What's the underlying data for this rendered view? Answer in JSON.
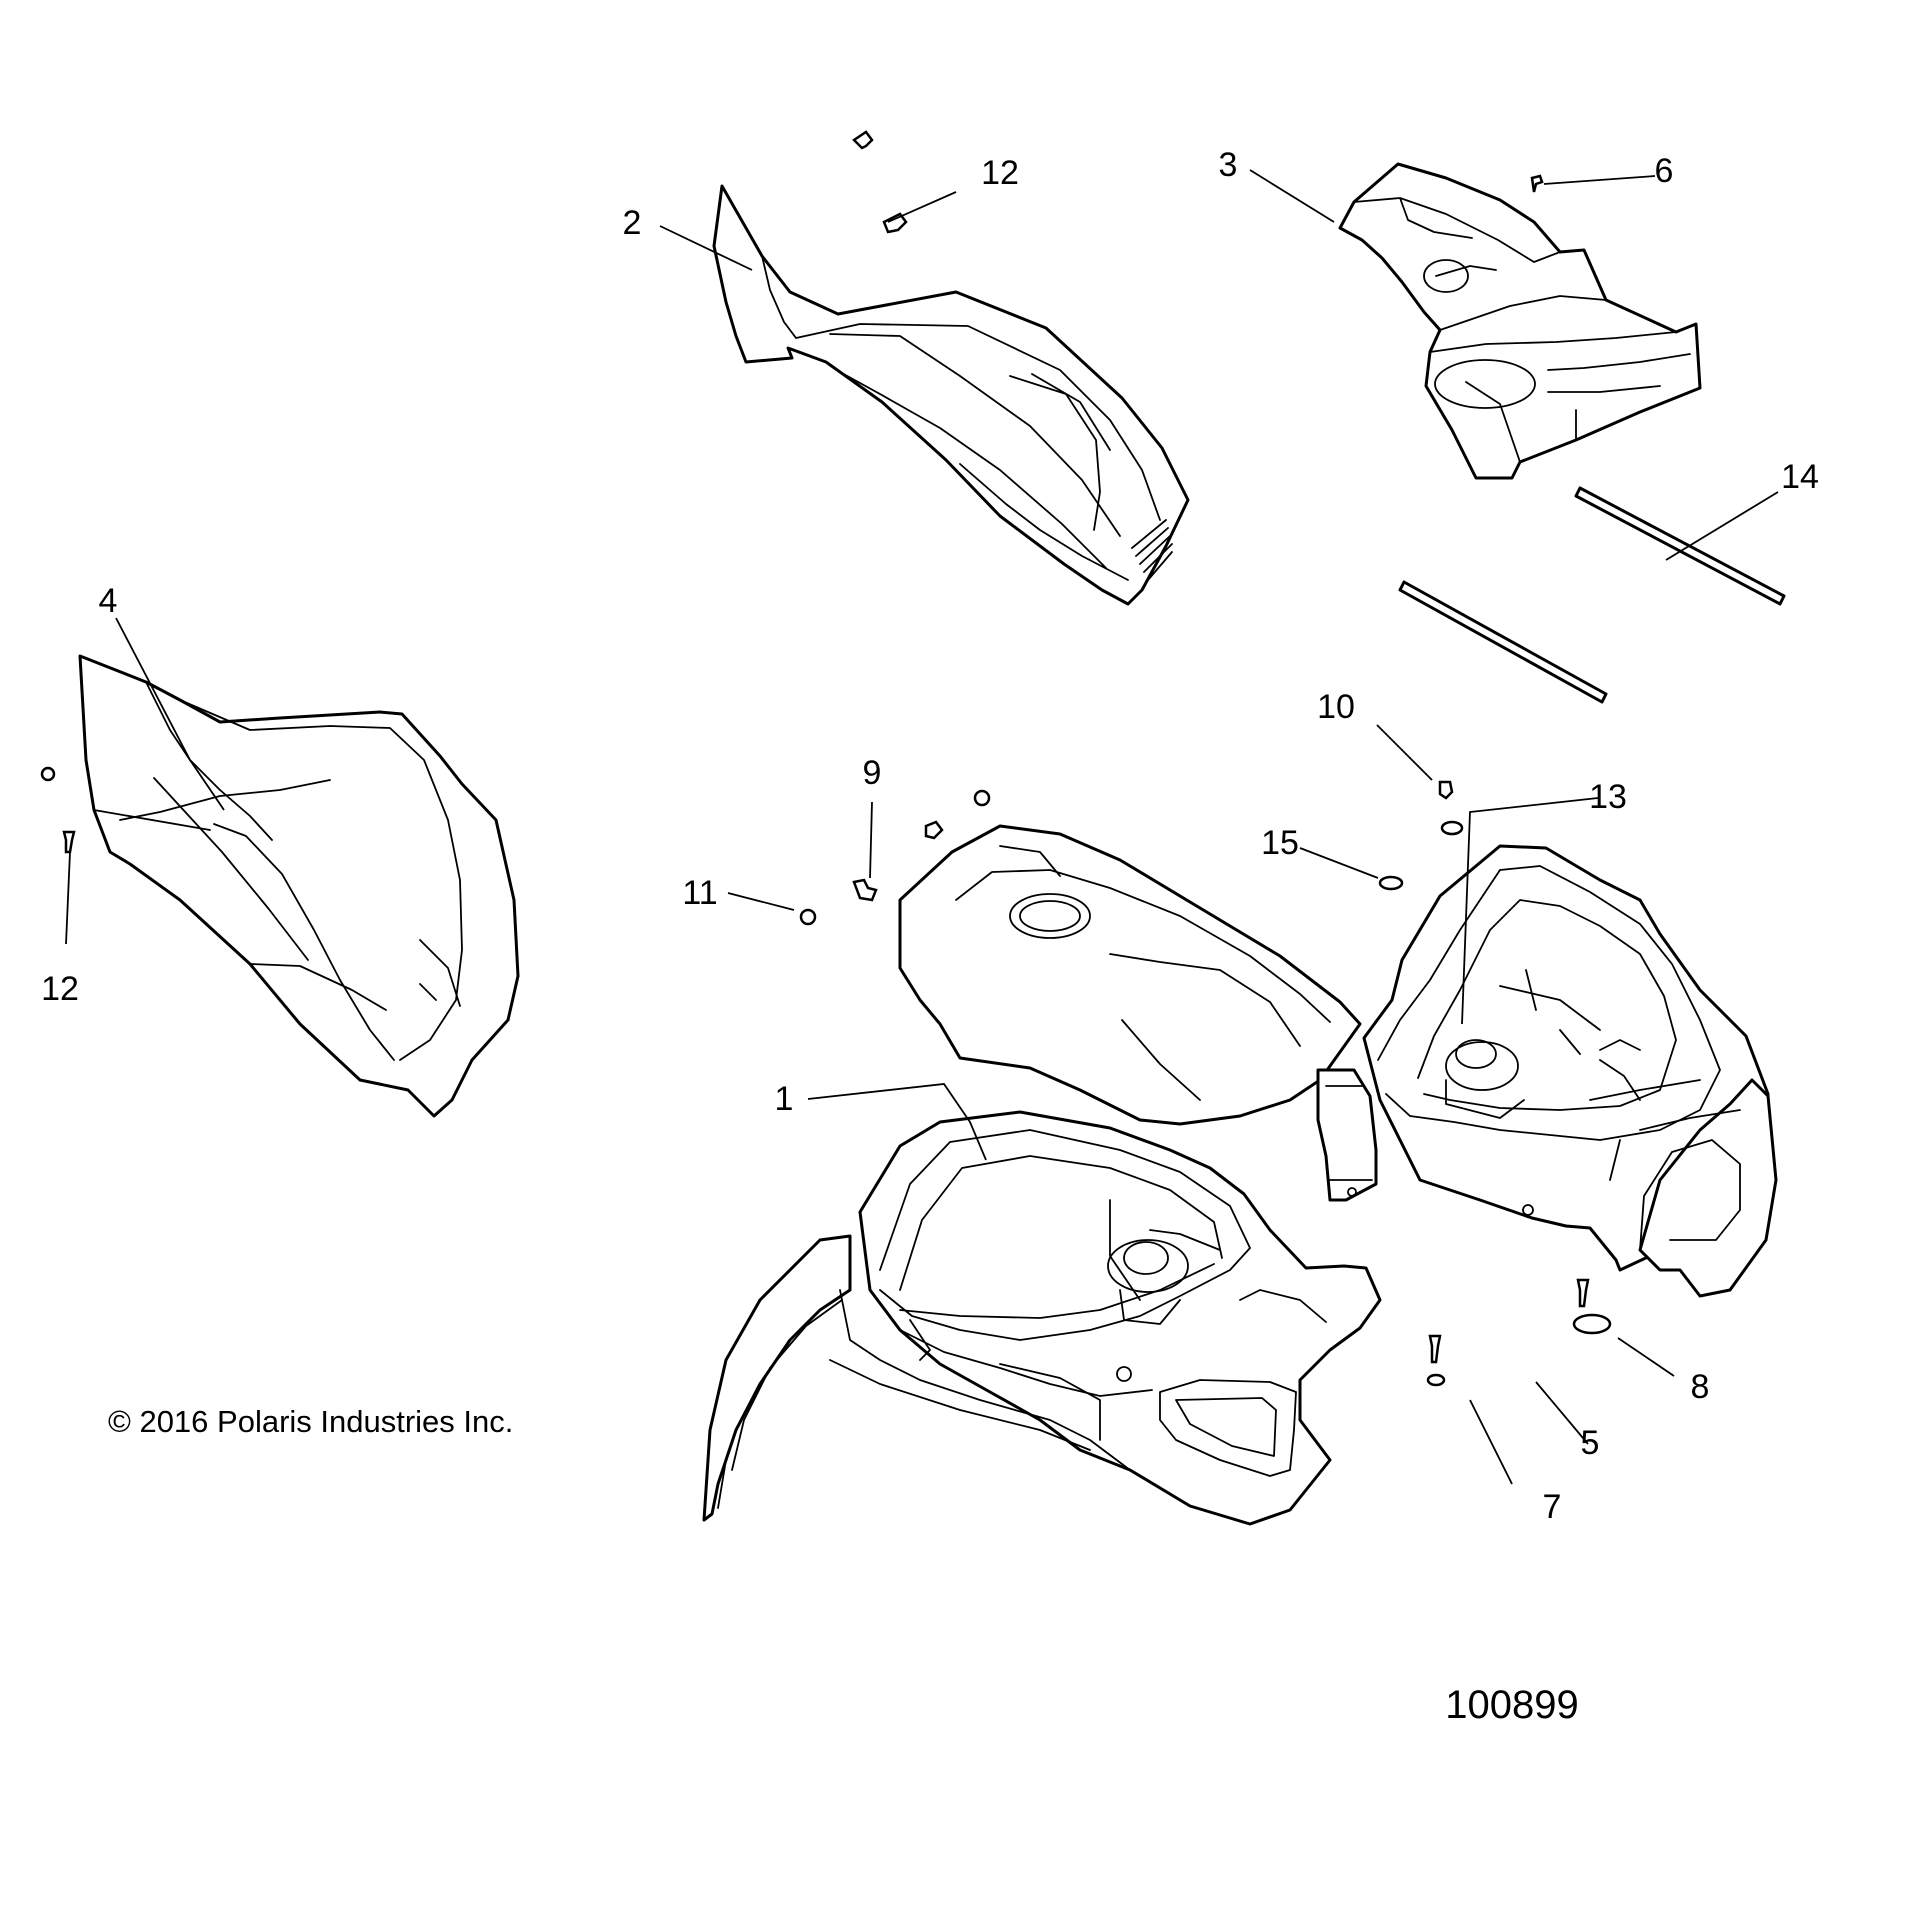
{
  "callouts": [
    "1",
    "2",
    "3",
    "4",
    "5",
    "6",
    "7",
    "8",
    "9",
    "10",
    "11",
    "12",
    "12",
    "13",
    "14",
    "15"
  ],
  "copyright": "© 2016 Polaris Industries Inc.",
  "figure_number": "100899"
}
